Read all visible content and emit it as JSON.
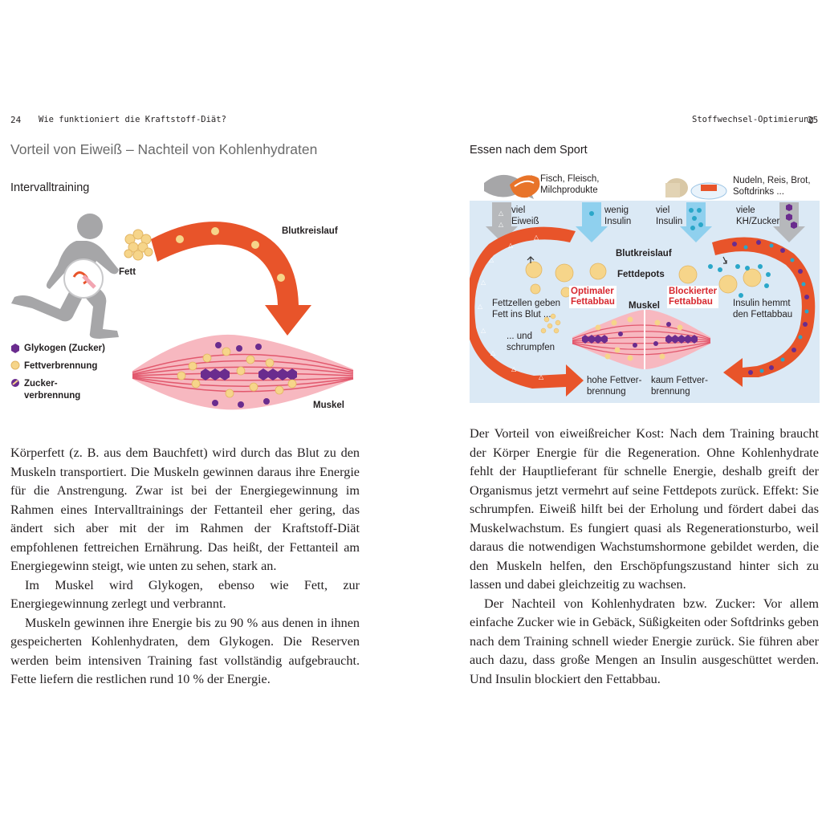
{
  "left_page": {
    "page_number": "24",
    "running_head": "Wie funktioniert die Kraftstoff-Diät?",
    "section_title": "Vorteil von Eiweiß – Nachteil von Kohlenhydraten",
    "subsection_title": "Intervalltraining",
    "figure": {
      "label_blood": "Blutkreislauf",
      "label_fat": "Fett",
      "label_muscle": "Muskel",
      "legend": [
        {
          "label": "Glykogen (Zucker)",
          "icon": "glycogen-hexagon-icon"
        },
        {
          "label": "Fettverbrennung",
          "icon": "fat-burning-dot-icon"
        },
        {
          "label": "Zucker-",
          "label2": "verbrennung",
          "icon": "sugar-burning-dot-icon"
        }
      ]
    },
    "paragraphs": [
      "Körperfett (z. B. aus dem Bauchfett) wird durch das Blut zu den Muskeln transportiert. Die Muskeln gewinnen daraus ihre Energie für die Anstrengung. Zwar ist bei der Energiegewinnung im Rahmen eines Intervalltrainings der Fettanteil eher gering, das ändert sich aber mit der im Rahmen der Kraftstoff-Diät empfohlenen fettreichen Ernährung. Das heißt, der Fettanteil am Energiegewinn steigt, wie unten zu sehen, stark an.",
      "Im Muskel wird Glykogen, ebenso wie Fett, zur Energiegewinnung zerlegt und verbrannt.",
      "Muskeln gewinnen ihre Energie bis zu 90 % aus denen in ihnen gespeicherten Kohlenhydraten, dem Glykogen. Die Reserven werden beim intensiven Training fast vollständig aufgebraucht. Fette liefern die restlichen rund 10 % der Energie."
    ]
  },
  "right_page": {
    "page_number": "25",
    "running_head": "Stoffwechsel-Optimierung",
    "subsection_title": "Essen nach dem Sport",
    "figure": {
      "food_left": "Fisch, Fleisch,\nMilchprodukte",
      "food_right": "Nudeln, Reis, Brot,\nSoftdrinks ...",
      "arrow_viel_eiweiss": "viel\nEiweiß",
      "arrow_wenig_insulin": "wenig\nInsulin",
      "arrow_viel_insulin": "viel\nInsulin",
      "arrow_viele_kh": "viele\nKH/Zucker",
      "label_blood": "Blutkreislauf",
      "label_fat_depots": "Fettdepots",
      "label_optimal": "Optimaler\nFettabbau",
      "label_blocked": "Blockierter\nFettabbau",
      "label_muscle": "Muskel",
      "label_fat_cells": "Fettzellen geben\nFett ins Blut ...",
      "label_shrink": "... und\nschrumpfen",
      "label_insulin_blocks": "Insulin hemmt\nden Fettabbau",
      "label_high_burn": "hohe Fettver-\nbrennung",
      "label_low_burn": "kaum Fettver-\nbrennung"
    },
    "paragraphs": [
      "Der Vorteil von eiweißreicher Kost: Nach dem Training braucht der Körper Energie für die Regeneration. Ohne Kohlenhydrate fehlt der Hauptlieferant für schnelle Energie, deshalb greift der Organismus jetzt vermehrt auf seine Fettdepots zurück. Effekt: Sie schrumpfen. Eiweiß hilft bei der Erholung und fördert dabei das Muskelwachstum. Es fungiert quasi als Regenerationsturbo, weil daraus die notwendigen Wachstumshormone gebildet werden, die den Muskeln helfen, den Erschöpfungszustand hinter sich zu lassen und dabei gleichzeitig zu wachsen.",
      "Der Nachteil von Kohlenhydraten bzw. Zucker: Vor allem einfache Zucker wie in Gebäck, Süßigkeiten oder Softdrinks geben nach dem Training schnell wieder Energie zurück. Sie führen aber auch dazu, dass große Mengen an Insulin ausgeschüttet werden. Und Insulin blockiert den Fettabbau."
    ]
  },
  "colors": {
    "arrow_orange": "#e8542a",
    "muscle_pink": "#f7b8c0",
    "glycogen_purple": "#6a2c8e",
    "fat_yellow": "#f6d58a",
    "diagram_bg": "#dbe9f5",
    "insulin_blue": "#2aa7c9",
    "heading_gray": "#6a6a6a"
  }
}
